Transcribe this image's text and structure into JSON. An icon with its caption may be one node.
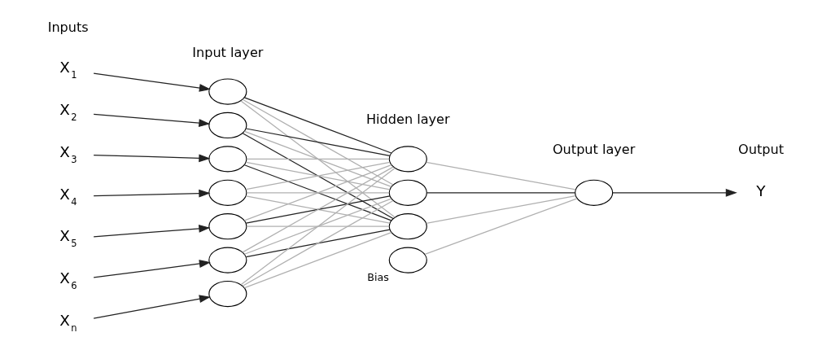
{
  "diagram": {
    "nodes": [
      {
        "text": [
          "X$_{1}$"
        ]
      },
      {
        "text": [
          "X$_{2}$"
        ]
      },
      {
        "text": [
          "X$_{3}$"
        ]
      },
      {
        "text": [
          "X$_{4}$"
        ]
      },
      {
        "text": [
          "X$_{5}$"
        ]
      },
      {
        "text": [
          "X$_{6}$"
        ]
      },
      {
        "text": [
          "X$_{n}$"
        ]
      },
      {
        "text": [],
        "shape": "circle"
      },
      {
        "text": [],
        "shape": "circle"
      },
      {
        "text": [],
        "shape": "circle"
      },
      {
        "text": [],
        "shape": "circle"
      },
      {
        "text": [],
        "shape": "circle"
      },
      {
        "text": [],
        "shape": "circle"
      },
      {
        "text": [],
        "shape": "circle"
      },
      {
        "text": [],
        "shape": "circle"
      },
      {
        "text": [],
        "shape": "circle"
      },
      {
        "text": [],
        "shape": "circle"
      },
      {
        "text": [],
        "shape": "circle",
        "beside": [
          "Bias"
        ]
      },
      {
        "text": [],
        "shape": "circle"
      },
      {
        "text": [
          "Y"
        ]
      }
    ],
    "edges": [
      {
        "from": 0,
        "to": 7,
        "arrow": "to",
        "color": "#222222"
      },
      {
        "from": 1,
        "to": 8,
        "arrow": "to",
        "color": "#222222"
      },
      {
        "from": 2,
        "to": 9,
        "arrow": "to",
        "color": "#222222"
      },
      {
        "from": 3,
        "to": 10,
        "arrow": "to",
        "color": "#222222"
      },
      {
        "from": 4,
        "to": 11,
        "arrow": "to",
        "color": "#222222"
      },
      {
        "from": 5,
        "to": 12,
        "arrow": "to",
        "color": "#222222"
      },
      {
        "from": 6,
        "to": 13,
        "arrow": "to",
        "color": "#222222"
      },
      {
        "from": 7,
        "to": 14,
        "arrow": "none",
        "color": "#222222"
      },
      {
        "from": 7,
        "to": 15,
        "arrow": "none"
      },
      {
        "from": 7,
        "to": 16,
        "arrow": "none"
      },
      {
        "from": 8,
        "to": 14,
        "arrow": "none",
        "color": "#222222"
      },
      {
        "from": 8,
        "to": 15,
        "arrow": "none"
      },
      {
        "from": 8,
        "to": 16,
        "arrow": "none",
        "color": "#222222"
      },
      {
        "from": 9,
        "to": 14,
        "arrow": "none"
      },
      {
        "from": 9,
        "to": 15,
        "arrow": "none"
      },
      {
        "from": 9,
        "to": 16,
        "arrow": "none",
        "color": "#222222"
      },
      {
        "from": 10,
        "to": 14,
        "arrow": "none"
      },
      {
        "from": 10,
        "to": 15,
        "arrow": "none"
      },
      {
        "from": 10,
        "to": 16,
        "arrow": "none"
      },
      {
        "from": 11,
        "to": 14,
        "arrow": "none"
      },
      {
        "from": 11,
        "to": 15,
        "arrow": "none",
        "color": "#222222"
      },
      {
        "from": 11,
        "to": 16,
        "arrow": "none"
      },
      {
        "from": 12,
        "to": 14,
        "arrow": "none"
      },
      {
        "from": 12,
        "to": 15,
        "arrow": "none"
      },
      {
        "from": 12,
        "to": 16,
        "arrow": "none",
        "color": "#222222"
      },
      {
        "from": 13,
        "to": 14,
        "arrow": "none"
      },
      {
        "from": 13,
        "to": 15,
        "arrow": "none"
      },
      {
        "from": 13,
        "to": 16,
        "arrow": "none"
      },
      {
        "from": 14,
        "to": 18,
        "arrow": "none"
      },
      {
        "from": 15,
        "to": 18,
        "arrow": "none",
        "color": "#222222"
      },
      {
        "from": 16,
        "to": 18,
        "arrow": "none"
      },
      {
        "from": 17,
        "to": 18,
        "arrow": "none"
      },
      {
        "from": 18,
        "to": 19,
        "arrow": "to",
        "color": "#222222"
      }
    ],
    "labels": [
      "Inputs",
      "Input layer",
      "Hidden layer",
      "Output layer",
      "Output"
    ]
  }
}
